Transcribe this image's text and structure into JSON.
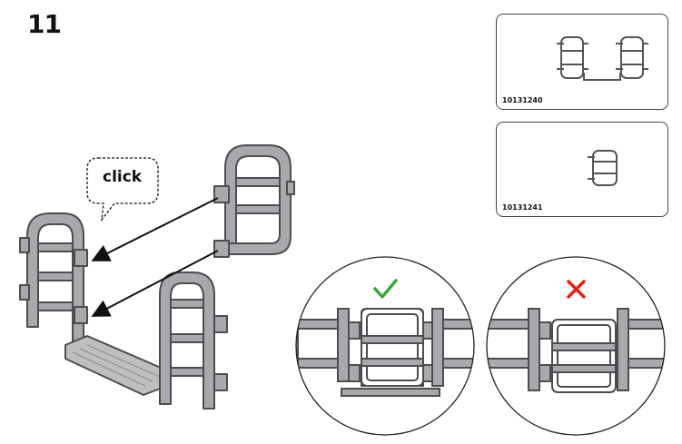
{
  "step": {
    "number": "11"
  },
  "parts": [
    {
      "id": "10131240"
    },
    {
      "id": "10131241"
    }
  ],
  "callout": {
    "text": "click"
  },
  "checks": {
    "correct_symbol": "✓",
    "wrong_symbol": "✕",
    "correct_color": "#3aa935",
    "wrong_color": "#e2231a"
  },
  "colors": {
    "fence_fill": "#a7a9ac",
    "fence_stroke": "#4d4d4f",
    "fence_dark": "#77787b"
  }
}
